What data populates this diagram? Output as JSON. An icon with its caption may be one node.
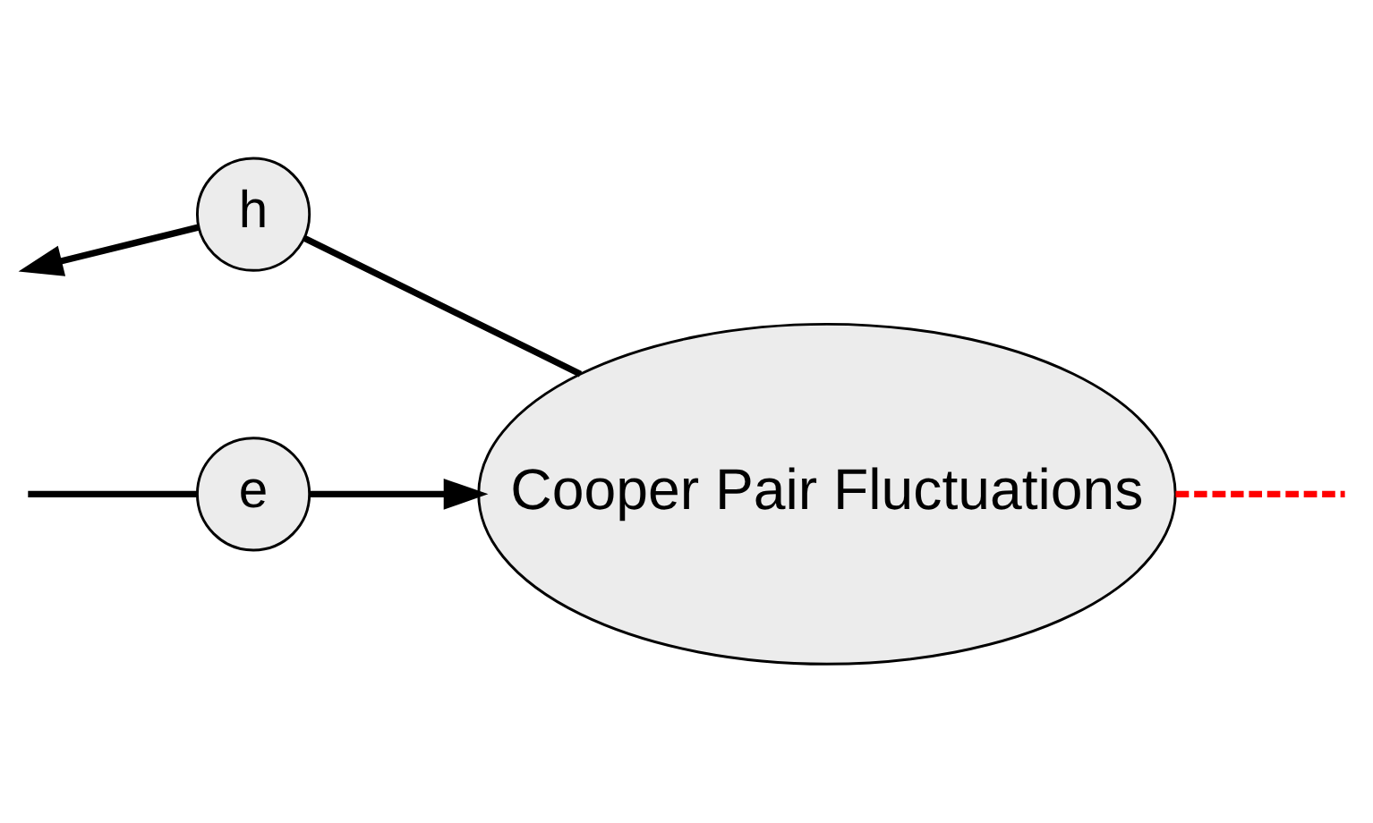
{
  "diagram": {
    "nodes": [
      {
        "text": [
          "Cooper Pair Fluctuations"
        ]
      },
      {
        "text": [
          "e"
        ]
      },
      {
        "text": [
          "h"
        ]
      }
    ],
    "edges": [
      {
        "from": null,
        "to": 1,
        "arrow": "none"
      },
      {
        "from": 1,
        "to": 0,
        "arrow": "to"
      },
      {
        "from": 0,
        "to": 2,
        "arrow": "none"
      },
      {
        "from": 2,
        "to": null,
        "arrow": "to"
      },
      {
        "from": 0,
        "to": null,
        "arrow": "none",
        "style": "dashed",
        "color": "#ff0000"
      }
    ]
  }
}
